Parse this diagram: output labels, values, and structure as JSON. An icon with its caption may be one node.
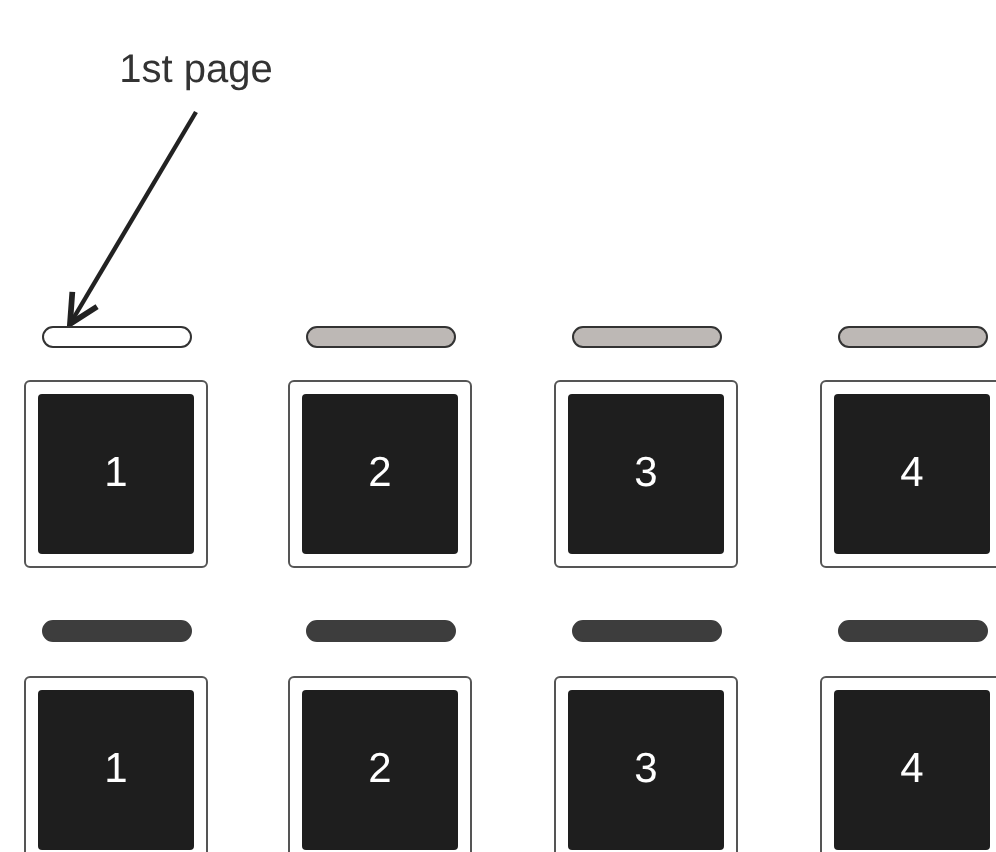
{
  "diagram": {
    "nodes": [
      {
        "text": [
          "1st page"
        ]
      },
      {
        "text": [],
        "shape": "bar"
      },
      {
        "text": [],
        "shape": "bar"
      },
      {
        "text": [],
        "shape": "bar"
      },
      {
        "text": [],
        "shape": "bar"
      },
      {
        "text": [],
        "shape": "box"
      },
      {
        "text": [
          "1"
        ],
        "in": 5
      },
      {
        "text": [],
        "shape": "box"
      },
      {
        "text": [
          "2"
        ],
        "in": 7
      },
      {
        "text": [],
        "shape": "box"
      },
      {
        "text": [
          "3"
        ],
        "in": 9
      },
      {
        "text": [],
        "shape": "box"
      },
      {
        "text": [
          "4"
        ],
        "in": 11
      },
      {
        "text": [],
        "shape": "bar"
      },
      {
        "text": [],
        "shape": "bar"
      },
      {
        "text": [],
        "shape": "bar"
      },
      {
        "text": [],
        "shape": "bar"
      },
      {
        "text": [],
        "shape": "box"
      },
      {
        "text": [
          "1"
        ],
        "in": 17
      },
      {
        "text": [],
        "shape": "box"
      },
      {
        "text": [
          "2"
        ],
        "in": 19
      },
      {
        "text": [],
        "shape": "box"
      },
      {
        "text": [
          "3"
        ],
        "in": 21
      },
      {
        "text": [],
        "shape": "box"
      },
      {
        "text": [
          "4"
        ],
        "in": 23
      }
    ],
    "edges": [
      {
        "from": 0,
        "to": 1,
        "arrow": "to"
      }
    ]
  }
}
